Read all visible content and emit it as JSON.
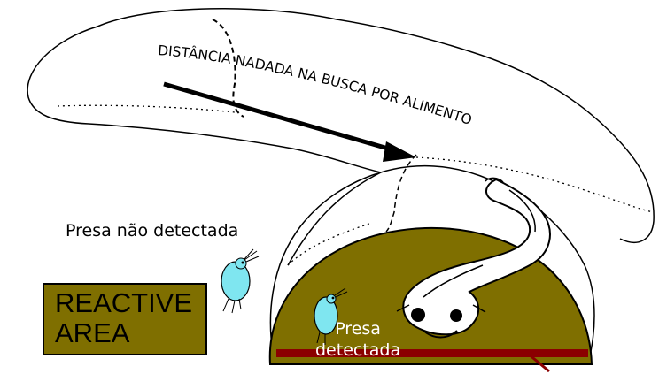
{
  "path_label": "DISTÂNCIA NADADA NA BUSCA POR ALIMENTO",
  "undetected_prey_label": "Presa não detectada",
  "detected_prey_label": {
    "line1": "Presa",
    "line2": "detectada"
  },
  "reactive_area_label": {
    "line1": "REACTIVE",
    "line2": "AREA"
  },
  "colors": {
    "reactive_area_fill": "#7f6f00",
    "prey_fill": "#7fe6f0",
    "bottom_bar": "#8b0000",
    "outline": "#000000",
    "fish_fill": "#ffffff"
  },
  "icons": {
    "prey": "zooplankton-icon",
    "predator": "larval-fish-icon",
    "direction": "arrow-icon"
  }
}
